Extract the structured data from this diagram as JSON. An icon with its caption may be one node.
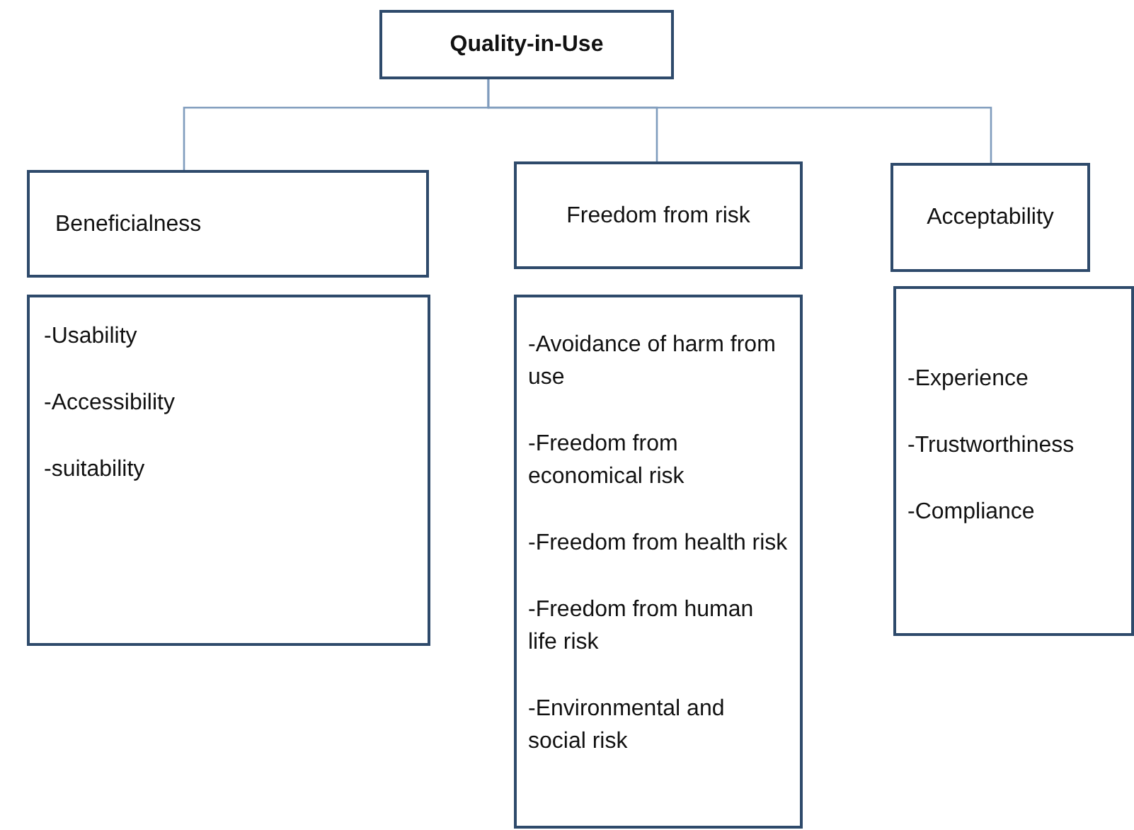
{
  "diagram": {
    "nodes": [
      {
        "text": [
          "Quality-in-Use"
        ]
      },
      {
        "text": [
          "Beneficialness"
        ]
      },
      {
        "text": [
          "Freedom from risk"
        ]
      },
      {
        "text": [
          "Acceptability"
        ]
      },
      {
        "text": [
          "-Usability",
          "-Accessibility",
          "-suitability"
        ]
      },
      {
        "text": [
          "-Avoidance of harm from use",
          "-Freedom from economical risk",
          "-Freedom from health risk",
          "-Freedom from human life risk",
          "-Environmental and social risk"
        ]
      },
      {
        "text": [
          "-Experience",
          "-Trustworthiness",
          "-Compliance"
        ]
      }
    ],
    "edges": [
      {
        "from": 0,
        "to": 1,
        "arrow": "none"
      },
      {
        "from": 0,
        "to": 2,
        "arrow": "none"
      },
      {
        "from": 0,
        "to": 3,
        "arrow": "none"
      }
    ]
  }
}
